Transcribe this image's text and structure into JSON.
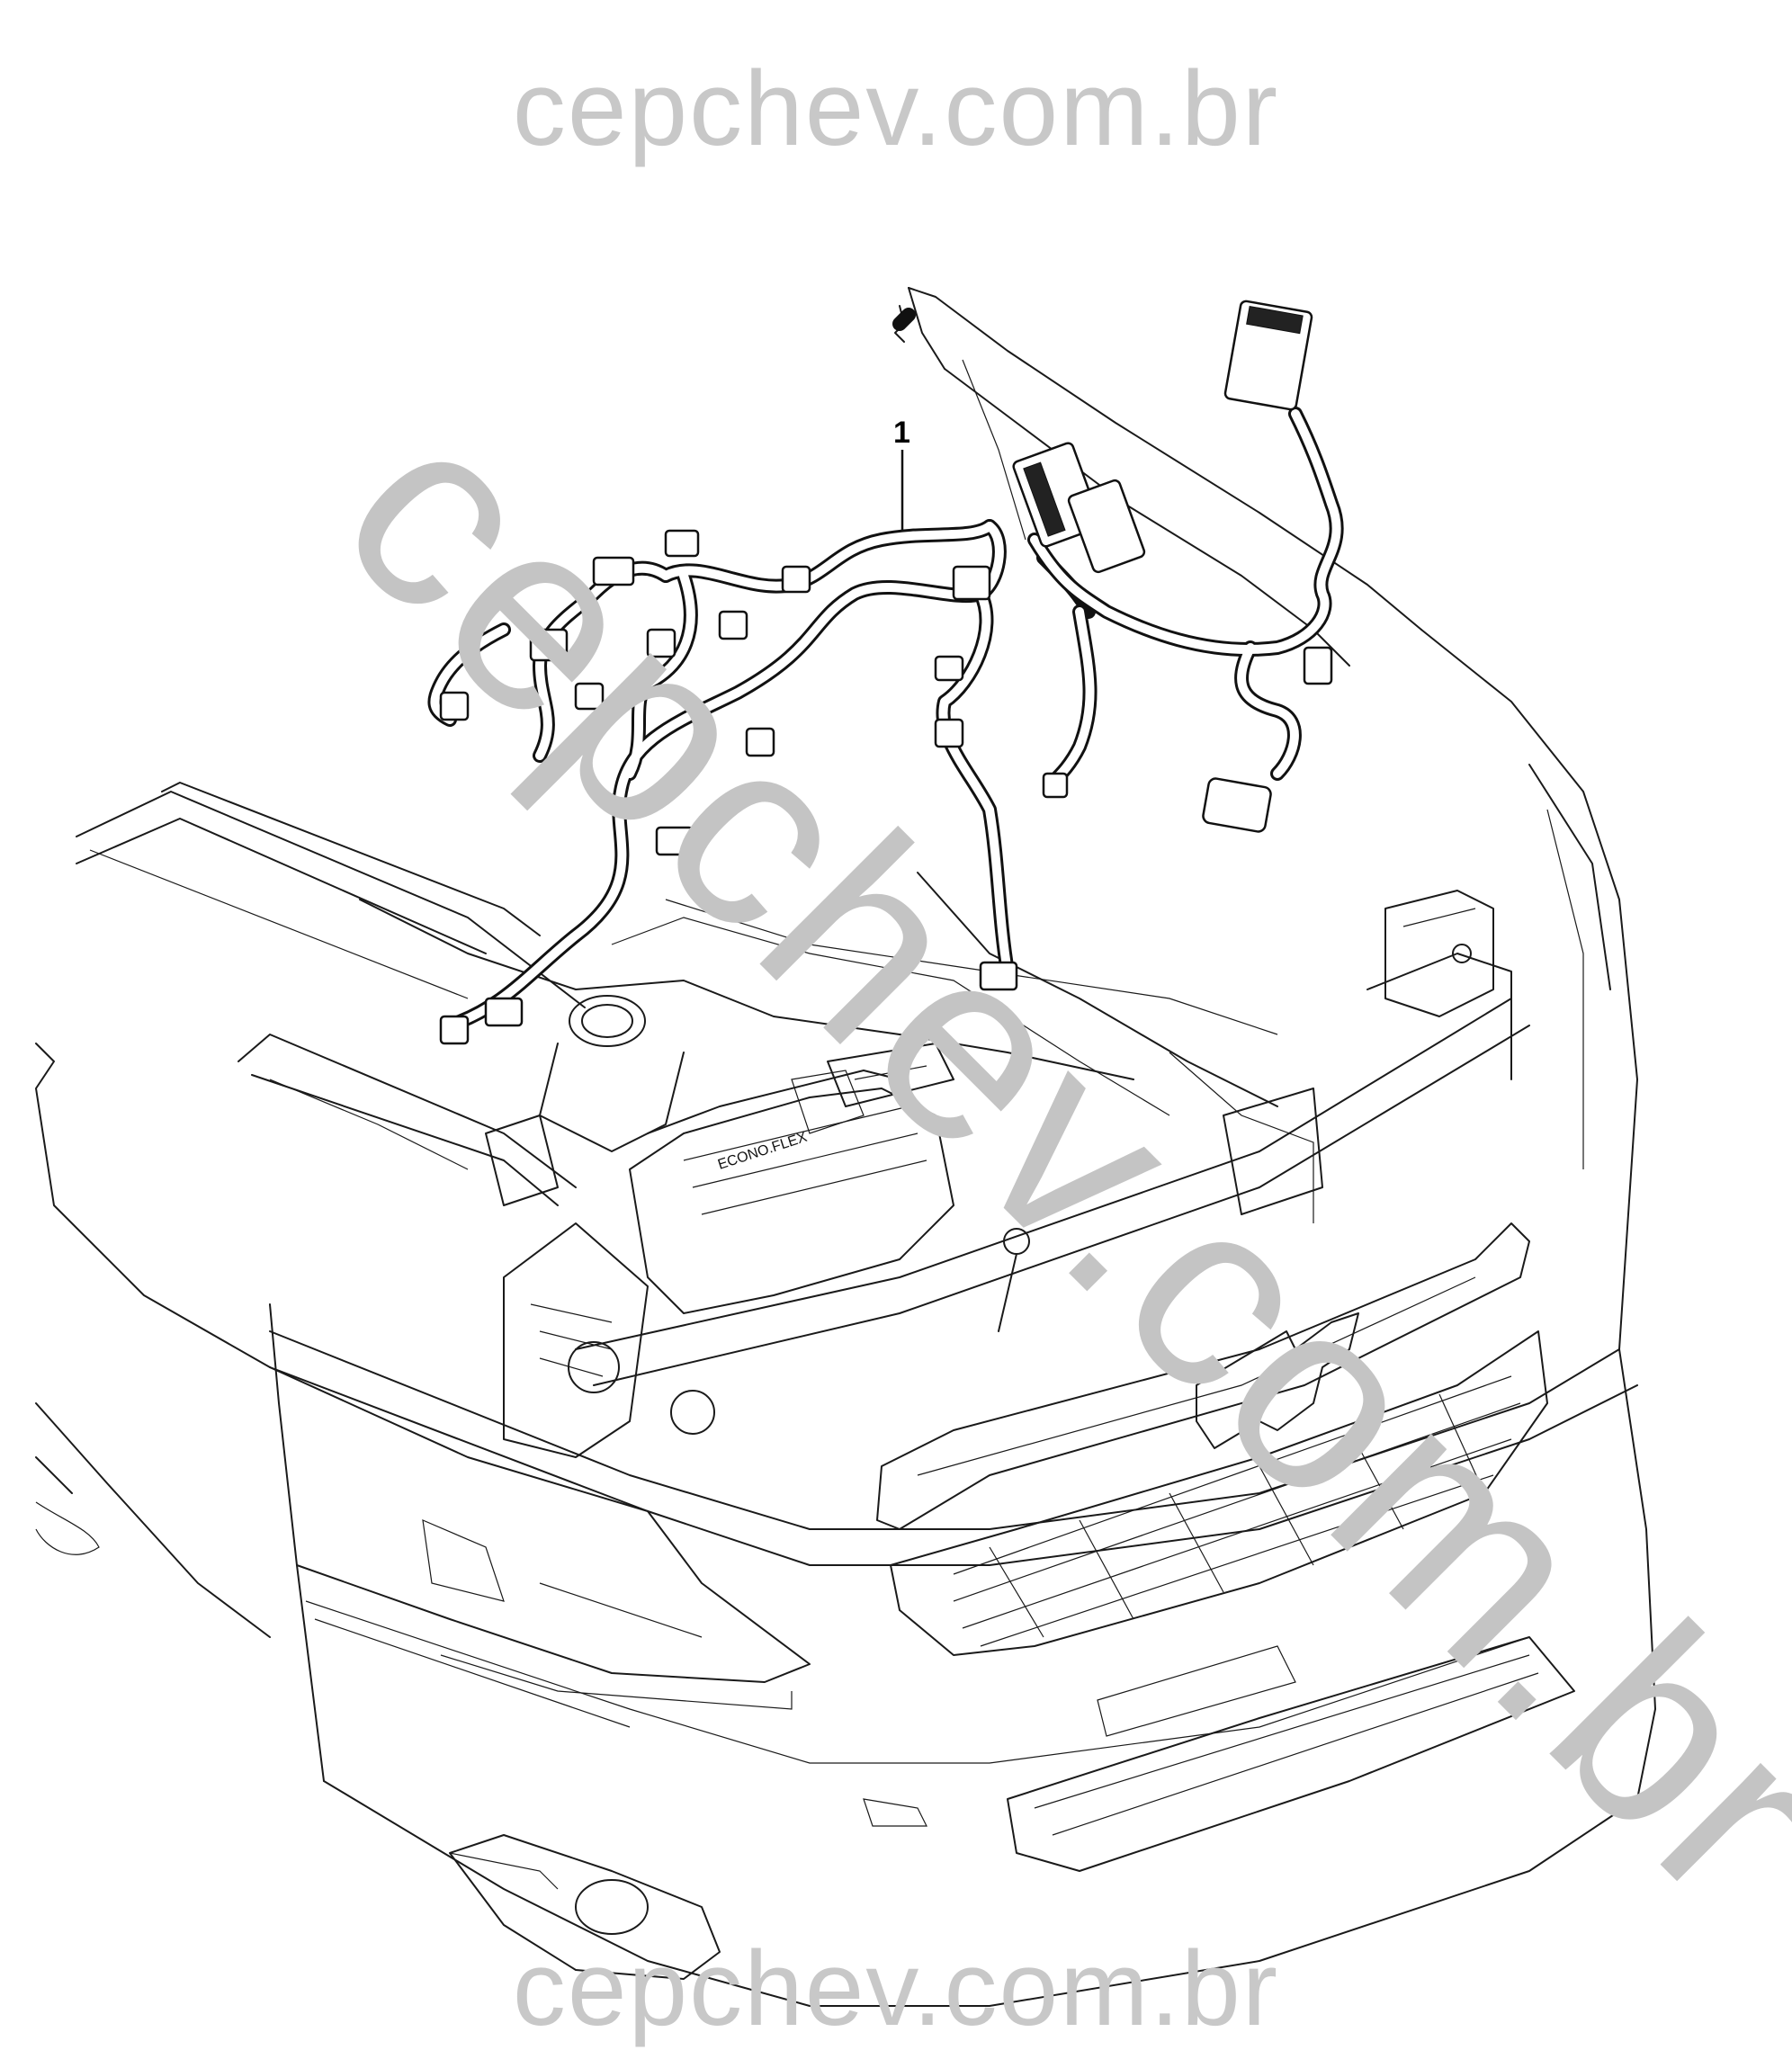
{
  "watermark": {
    "top": "cepchev.com.br",
    "diagonal": "cepchev.com.br",
    "bottom": "cepchev.com.br"
  },
  "callouts": [
    {
      "label": "1"
    }
  ],
  "engine_cover": {
    "brand_text": "ECONO.FLEX"
  }
}
